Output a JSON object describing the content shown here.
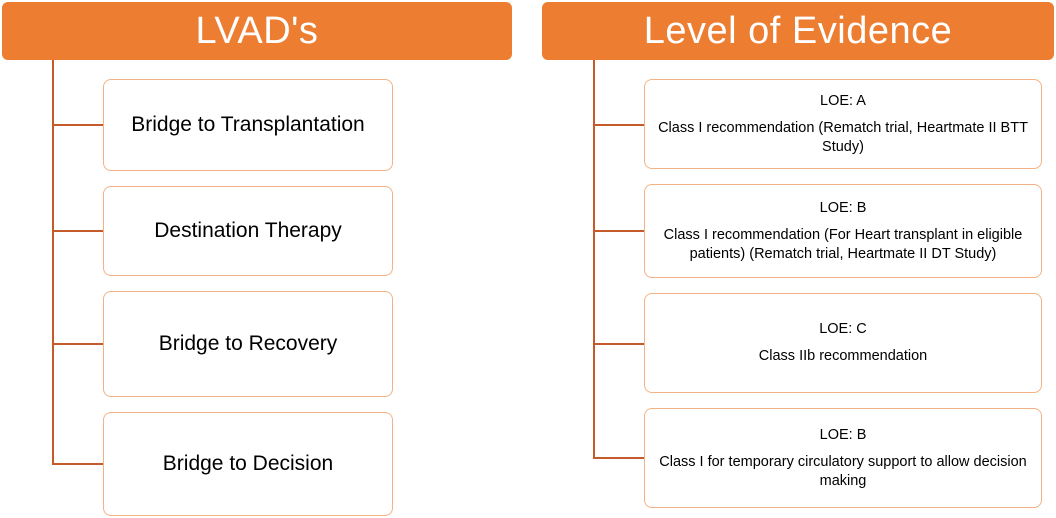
{
  "colors": {
    "header_fill": "#ED7D31",
    "connector": "#C55A2B",
    "card_border": "#F4B183"
  },
  "left": {
    "title": "LVAD's",
    "items": [
      "Bridge to Transplantation",
      "Destination Therapy",
      "Bridge to Recovery",
      "Bridge to Decision"
    ]
  },
  "right": {
    "title": "Level of Evidence",
    "items": [
      {
        "loe": "LOE: A",
        "text": "Class I recommendation (Rematch trial, Heartmate II BTT Study)"
      },
      {
        "loe": "LOE: B",
        "text": "Class I recommendation (For Heart transplant in eligible patients) (Rematch trial, Heartmate II DT Study)"
      },
      {
        "loe": "LOE: C",
        "text": "Class IIb recommendation"
      },
      {
        "loe": "LOE: B",
        "text": "Class I for temporary circulatory support to allow decision making"
      }
    ]
  }
}
